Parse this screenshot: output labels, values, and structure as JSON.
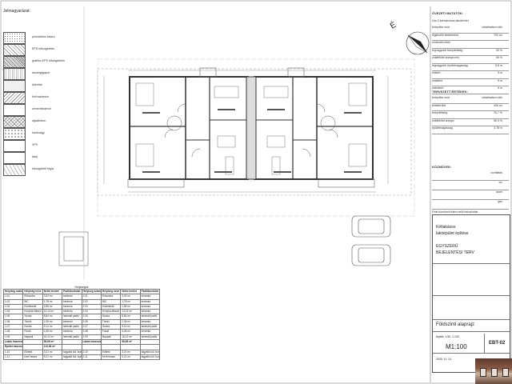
{
  "legend": {
    "title": "Jelmagyarázat:",
    "items": [
      {
        "label": "pórusbeton falazó",
        "pattern": "dots"
      },
      {
        "label": "EPS hőszigetelés",
        "pattern": "hatch"
      },
      {
        "label": "grafitos EPS hőszigetelés",
        "pattern": "dense"
      },
      {
        "label": "ásványgyapot",
        "pattern": "wave"
      },
      {
        "label": "kőzetfal",
        "pattern": "light"
      },
      {
        "label": "fúrt/vasbeton",
        "pattern": "hatch2"
      },
      {
        "label": "cementesztrich",
        "pattern": "blank"
      },
      {
        "label": "aljzatbeton",
        "pattern": "cross"
      },
      {
        "label": "kavicságy",
        "pattern": "dots2"
      },
      {
        "label": "XPS",
        "pattern": "blank"
      },
      {
        "label": "talaj",
        "pattern": "blank"
      },
      {
        "label": "hőszigetelő tégla",
        "pattern": "diag"
      }
    ]
  },
  "info_panel": {
    "section1_title": "ÖVEZETI MUTATÓK:",
    "section1_sub": "Lke-3 kertvárosias lakóterület",
    "rows1": [
      {
        "label": "beépítési mód",
        "value": "oldalhatáron álló"
      },
      {
        "label": "legkisebb telekterület",
        "value": "700 m²"
      },
      {
        "label": "minimális telek",
        "value": ""
      },
      {
        "label": "legnagyobb beépítettség",
        "value": "30 %"
      },
      {
        "label": "zöldfelület aránya min.",
        "value": "50 %"
      },
      {
        "label": "legnagyobb épületmagasság",
        "value": "5,5 m"
      },
      {
        "label": "előkert",
        "value": "5 m"
      },
      {
        "label": "oldalkert",
        "value": "5 m"
      },
      {
        "label": "hátsókert",
        "value": "6 m"
      }
    ],
    "section2_title": "TERVEZETT ÉRTÉKEK:",
    "rows2": [
      {
        "label": "beépítési mód",
        "value": "oldalhatáron álló"
      },
      {
        "label": "telekterület",
        "value": "436 m²"
      },
      {
        "label": "beépítettség",
        "value": "29,7 %"
      },
      {
        "label": "zöldfelület aránya",
        "value": "50,9 %"
      },
      {
        "label": "épületmagasság",
        "value": "3,78 m"
      }
    ],
    "section3_title": "KÖZMŰVEK:",
    "rows3": [
      {
        "label": "",
        "value": "vízellátás"
      },
      {
        "label": "",
        "value": "víz"
      },
      {
        "label": "",
        "value": "áram"
      },
      {
        "label": "",
        "value": "gáz"
      }
    ],
    "note": "Fenti közművek telken belül biztosítottak"
  },
  "title_block": {
    "line1": "Kétlakásos",
    "line2": "lakóépület építése",
    "line3": "EGYSZERŰ",
    "line4": "BEJELENTÉSI TERV",
    "drawing": "Földszinti alaprajz",
    "scale_note": "lépték: 1:50, 1:100",
    "scale": "M1:100",
    "sheet_no": "EBT-02",
    "date": "2025. 11. 21."
  },
  "room_table": {
    "header_group": "Helyiségek",
    "headers": [
      "Helyiség száma",
      "Helyiség neve",
      "Nettó terület",
      "Padlóburkolat",
      "Helyiség száma",
      "Helyiség neve",
      "Nettó terület",
      "Padlóburkolat"
    ],
    "rows": [
      [
        "1.01",
        "Előszoba",
        "3,92 m²",
        "kerámia",
        "2.01",
        "Előszoba",
        "3,92 m²",
        "kerámia"
      ],
      [
        "1.02",
        "WC",
        "1,78 m²",
        "kerámia",
        "2.02",
        "WC",
        "1,78 m²",
        "kerámia"
      ],
      [
        "1.03",
        "Közlekedő",
        "2,85 m²",
        "kerámia",
        "2.03",
        "Közlekedő",
        "2,85 m²",
        "kerámia"
      ],
      [
        "1.04",
        "Konyha-étkező",
        "14,14 m²",
        "kerámia",
        "2.04",
        "Konyha-étkező",
        "14,14 m²",
        "kerámia"
      ],
      [
        "1.05",
        "Szoba",
        "8,84 m²",
        "laminált padló",
        "2.05",
        "Szoba",
        "8,84 m²",
        "laminált padló"
      ],
      [
        "1.06",
        "Tároló",
        "2,36 m²",
        "kerámia",
        "2.06",
        "Tároló",
        "2,36 m²",
        "kerámia"
      ],
      [
        "1.07",
        "Szoba",
        "9,14 m²",
        "laminált padló",
        "2.07",
        "Szoba",
        "9,14 m²",
        "laminált padló"
      ],
      [
        "1.08",
        "Fürdő",
        "4,46 m²",
        "kerámia",
        "2.08",
        "Fürdő",
        "4,46 m²",
        "kerámia"
      ],
      [
        "1.09",
        "Nappali",
        "16,12 m²",
        "laminált padló",
        "2.09",
        "Nappali",
        "16,12 m²",
        "laminált padló"
      ]
    ],
    "sum1_label": "Lakás hasznos alapterülete:",
    "sum1_value": "56,68 m²",
    "sum2_label": "Lakás hasznos alapterülete:",
    "sum2_value": "56,68 m²",
    "total_label": "Épület hasznos alapterülete:",
    "total_value": "113,36 m²",
    "extra_rows": [
      [
        "1.10",
        "Előtető",
        "3,21 m²",
        "fagyálló kül. burk.",
        "2.10",
        "Előtető",
        "3,21 m²",
        "fagyálló kül. burk."
      ],
      [
        "1.11",
        "Kerti terasz",
        "5,21 m²",
        "fagyálló kül. burk.",
        "2.11",
        "Kerti terasz",
        "5,21 m²",
        "fagyálló kül. burk."
      ]
    ]
  }
}
